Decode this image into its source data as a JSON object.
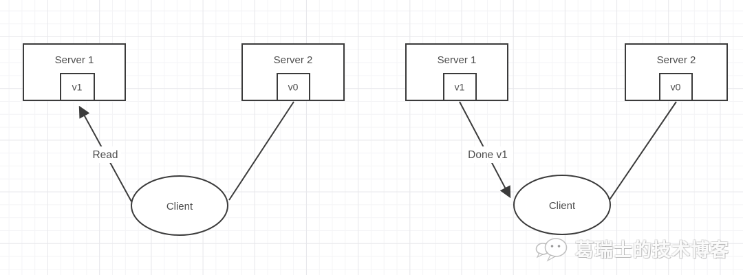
{
  "diagram": {
    "left_scene": {
      "server1": {
        "label": "Server 1",
        "value": "v1"
      },
      "server2": {
        "label": "Server 2",
        "value": "v0"
      },
      "client": {
        "label": "Client"
      },
      "edge_label": "Read"
    },
    "right_scene": {
      "server1": {
        "label": "Server 1",
        "value": "v1"
      },
      "server2": {
        "label": "Server 2",
        "value": "v0"
      },
      "client": {
        "label": "Client"
      },
      "edge_label": "Done v1"
    },
    "colors": {
      "shape_stroke": "#3b3b3b",
      "text": "#4d4d4d",
      "grid_minor": "#f4f4f6",
      "grid_major": "#e7e7eb",
      "background": "#ffffff"
    }
  },
  "watermark": {
    "icon": "wechat-icon",
    "text": "葛瑞士的技术博客"
  }
}
